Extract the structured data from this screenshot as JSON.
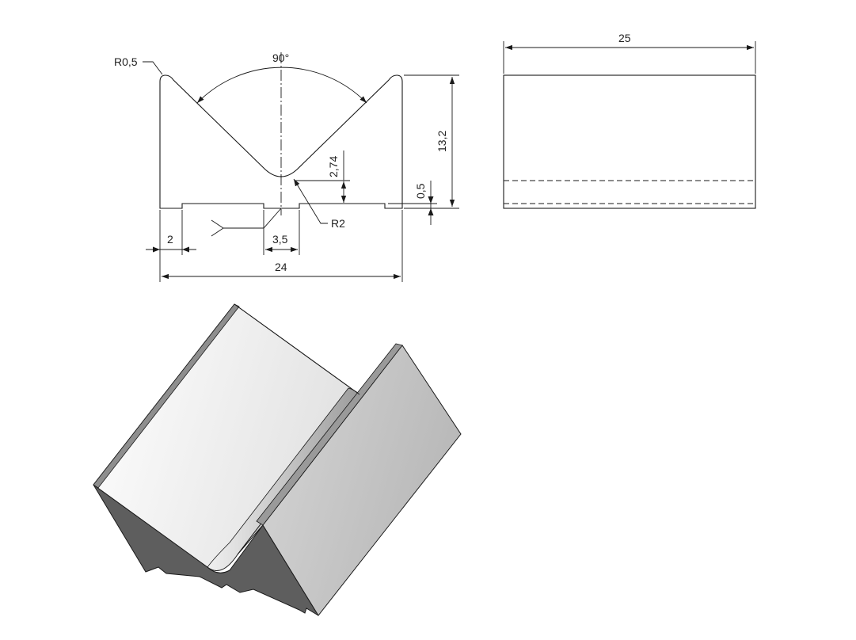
{
  "dimensions": {
    "radius_tip": "R0,5",
    "angle": "90°",
    "height_total": "13,2",
    "groove_depth": "2,74",
    "slot_depth": "0,5",
    "radius_bottom": "R2",
    "foot_width": "2",
    "slot_width": "3,5",
    "total_width": "24",
    "length": "25"
  },
  "colors": {
    "line": "#1a1a1a",
    "face_light": "#f4f4f4",
    "face_mid": "#c4c4c4",
    "face_dark": "#5e5e5e"
  }
}
